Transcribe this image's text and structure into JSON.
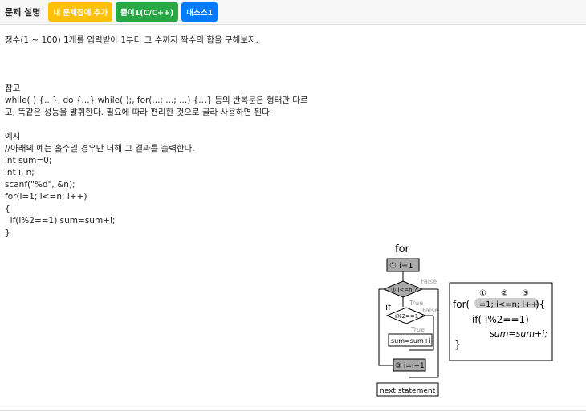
{
  "header": {
    "title": "문제 설명",
    "buttons": [
      {
        "label": "내 문제집에 추가",
        "color": "#ffc107"
      },
      {
        "label": "풀이1(C/C++)",
        "color": "#28a745"
      },
      {
        "label": "내소스1",
        "color": "#007bff"
      }
    ]
  },
  "content": {
    "lines": [
      "정수(1 ~ 100) 1개를 입력받아 1부터 그 수까지 짝수의 합을 구해보자.",
      "",
      "",
      "",
      "참고",
      "while( ) {...}, do {...} while( );, for(...; ...; ...) {...} 등의 반복문은 형태만 다르",
      "고, 똑같은 성능을 발휘한다. 필요에 따라 편리한 것으로 골라 사용하면 된다.",
      "",
      "예시",
      "//아래의 예는 홀수일 경우만 더해 그 결과를 출력한다.",
      "int sum=0;",
      "int i, n;",
      "scanf(\"%d\", &n);",
      "for(i=1; i<=n; i++)",
      "{",
      "  if(i%2==1) sum=sum+i;",
      "}"
    ]
  },
  "figure": {
    "for": "for",
    "init": "① i=1",
    "cond": "② i<=n ?",
    "false": "False",
    "true": "True",
    "if": "if",
    "ifcond": "i%2==1 ?",
    "body": "sum=sum+i;",
    "inc": "③ i=i+1",
    "next": "next statement",
    "nums": [
      "①",
      "②",
      "③"
    ],
    "code1": "for(",
    "code1b": "i=1; i<=n; i++",
    "code1c": "){",
    "code2": "if( i%2==1)",
    "code3": "sum=sum+i;",
    "code4": "}"
  }
}
